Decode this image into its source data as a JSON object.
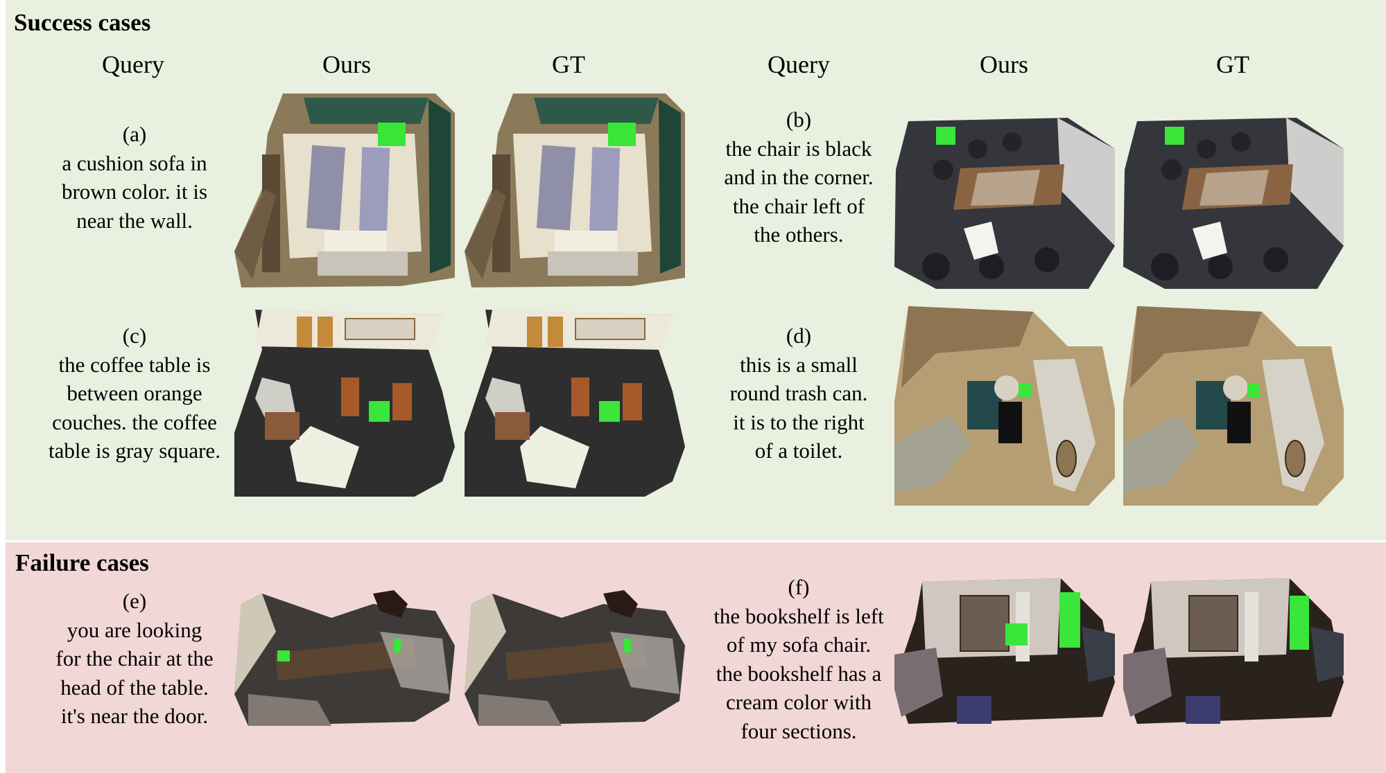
{
  "sections": {
    "success_title": "Success cases",
    "failure_title": "Failure cases"
  },
  "headers": {
    "left": {
      "query": "Query",
      "ours": "Ours",
      "gt": "GT"
    },
    "right": {
      "query": "Query",
      "ours": "Ours",
      "gt": "GT"
    }
  },
  "cases": [
    {
      "id": "a",
      "label": "(a)",
      "lines": [
        "a cushion sofa in",
        "brown color. it is",
        "near the wall."
      ]
    },
    {
      "id": "b",
      "label": "(b)",
      "lines": [
        "the chair is black",
        "and in the corner.",
        "the chair left of",
        "the others."
      ]
    },
    {
      "id": "c",
      "label": "(c)",
      "lines": [
        "the coffee table is",
        "between orange",
        "couches. the coffee",
        "table is gray square."
      ]
    },
    {
      "id": "d",
      "label": "(d)",
      "lines": [
        "this is a small",
        "round trash can.",
        "it is to the right",
        "of a toilet."
      ]
    },
    {
      "id": "e",
      "label": "(e)",
      "lines": [
        "you are looking",
        "for the chair at the",
        "head of the table.",
        "it's near the door."
      ]
    },
    {
      "id": "f",
      "label": "(f)",
      "lines": [
        "the bookshelf is left",
        "of my sofa chair.",
        "the bookshelf has a",
        "cream color with",
        "four sections."
      ]
    }
  ],
  "colors": {
    "success_bg": "#e9f0e0",
    "failure_bg": "#f1d7d6",
    "highlight": "#39e639"
  }
}
